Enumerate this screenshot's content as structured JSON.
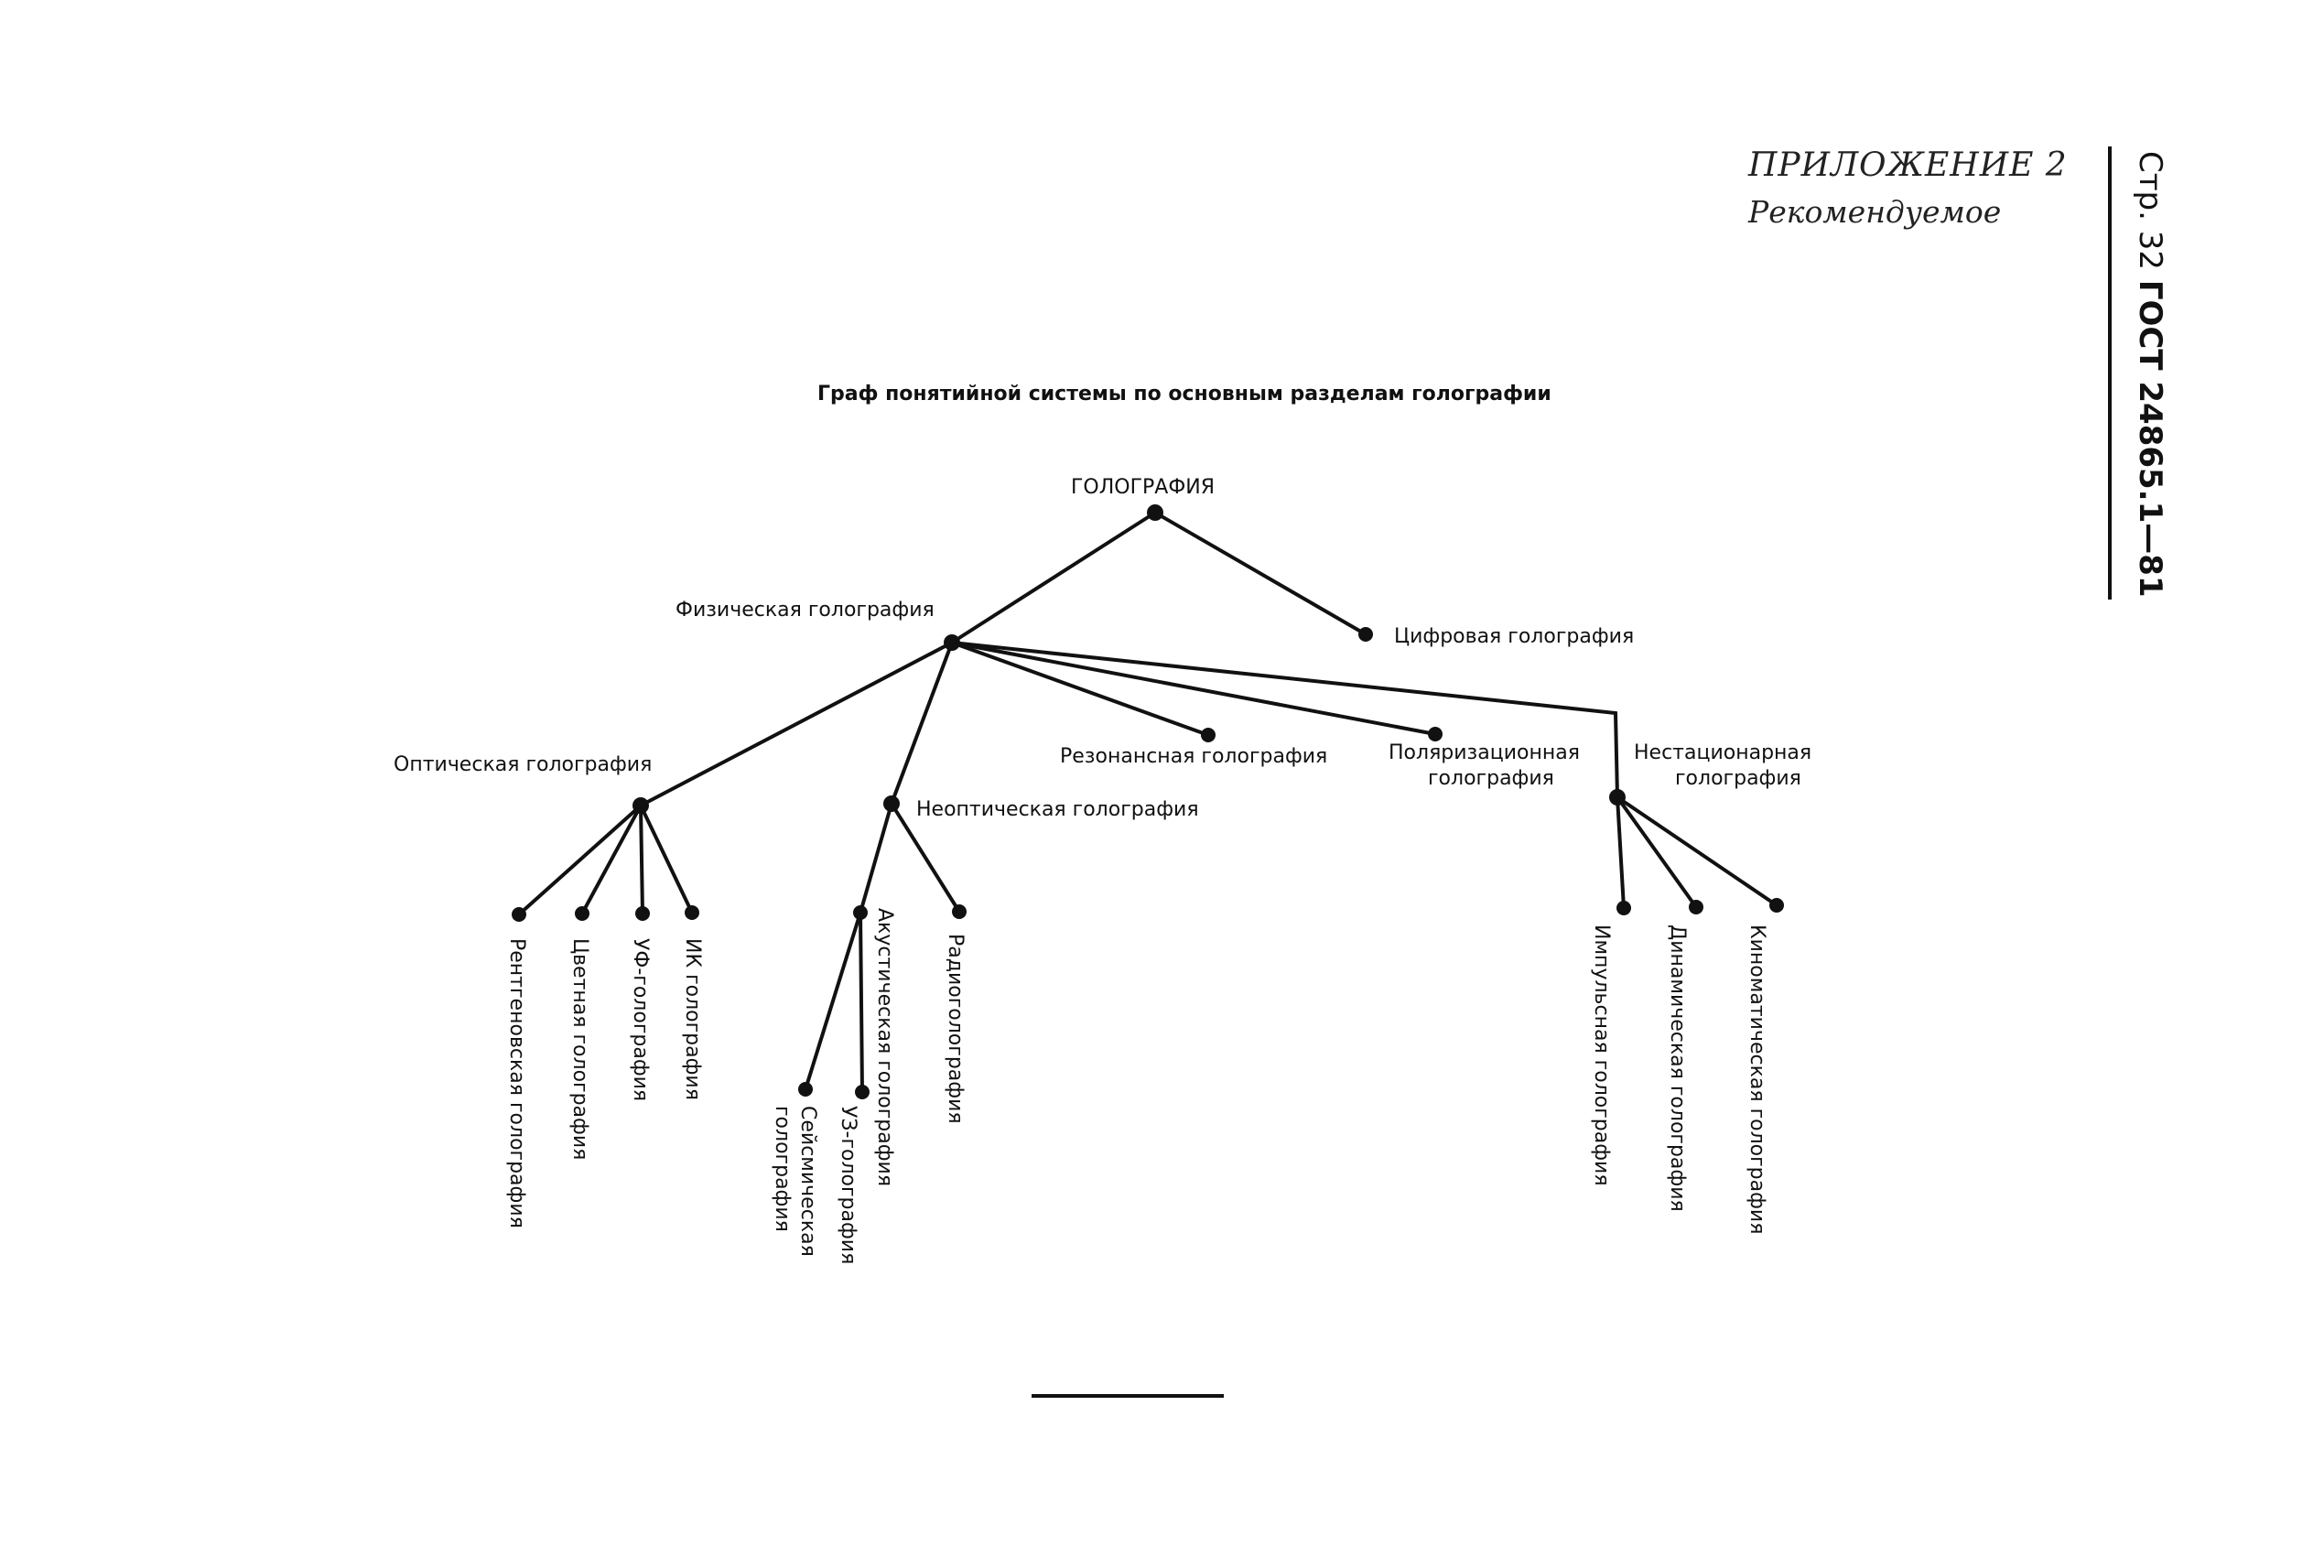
{
  "header": {
    "appendix": "ПРИЛОЖЕНИЕ 2",
    "appendix_status": "Рекомендуемое",
    "page_prefix": "Стр. 32",
    "standard": "ГОСТ 24865.1—81"
  },
  "diagram": {
    "title": "Граф понятийной системы по основным разделам голографии",
    "nodes": {
      "root": "ГОЛОГРАФИЯ",
      "physical": "Физическая голография",
      "digital": "Цифровая голография",
      "optical": "Оптическая голография",
      "nonoptical": "Неоптическая голография",
      "resonance": "Резонансная голография",
      "polarization_1": "Поляризационная",
      "polarization_2": "голография",
      "nonstationary_1": "Нестационарная",
      "nonstationary_2": "голография",
      "xray": "Рентгеновская голография",
      "color": "Цветная голография",
      "uv": "УФ-голография",
      "ir": "ИК голография",
      "acoustic": "Акустическая голография",
      "radio": "Радиоголография",
      "seismic_1": "Сейсмическая",
      "seismic_2": "голография",
      "ultrasound": "УЗ-голография",
      "pulse": "Импульсная голография",
      "dynamic": "Динамическая голография",
      "kinematic": "Киноматическая голография"
    }
  }
}
